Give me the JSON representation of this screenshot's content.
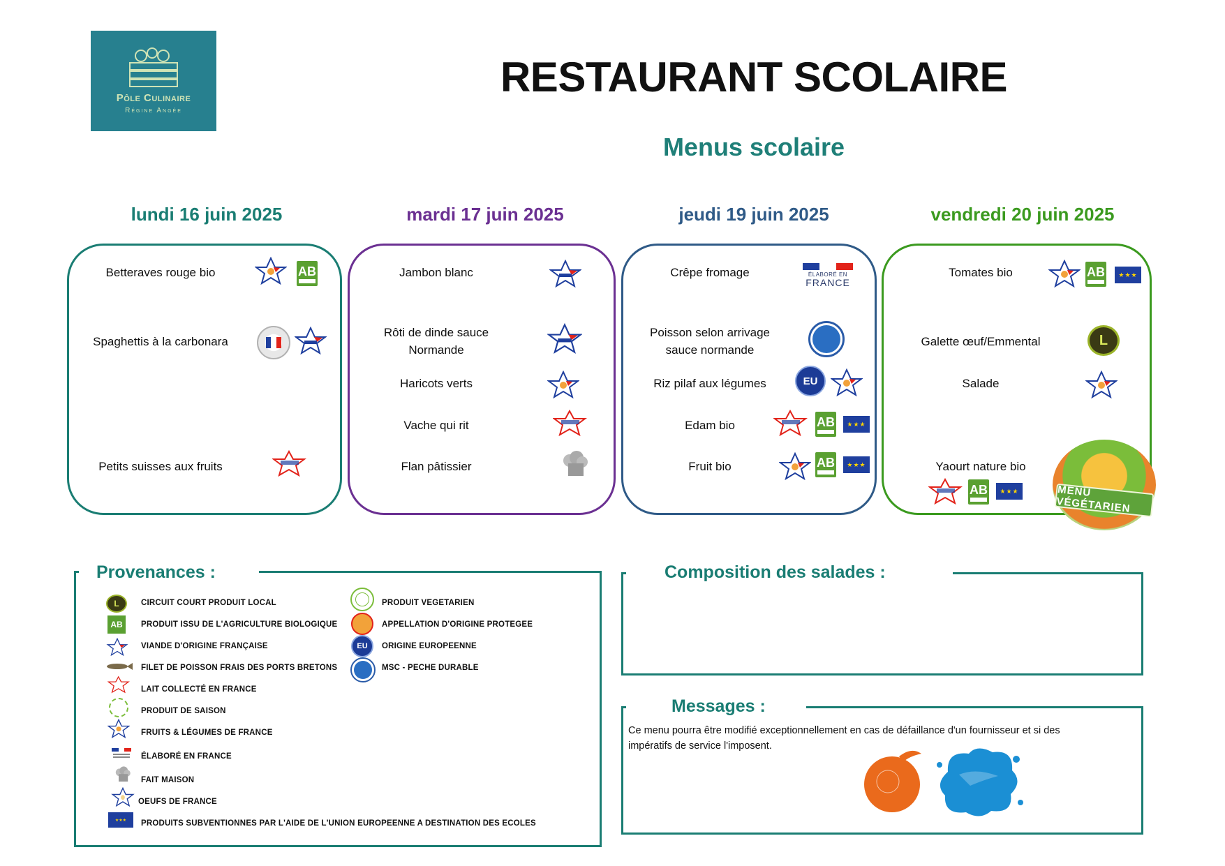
{
  "logo": {
    "line1": "Pôle Culinaire",
    "line2": "Régine Angée"
  },
  "header": {
    "title": "RESTAURANT SCOLAIRE",
    "subtitle": "Menus scolaire"
  },
  "days": [
    {
      "title": "lundi 16 juin 2025",
      "color": "#1a7d73",
      "items": [
        "Betteraves rouge bio",
        "Spaghettis  à la carbonara",
        "Petits suisses aux fruits"
      ]
    },
    {
      "title": "mardi 17 juin 2025",
      "color": "#6b3092",
      "items": [
        "Jambon blanc",
        "Rôti de dinde sauce",
        "Normande",
        "Haricots verts",
        "Vache qui rit",
        "Flan pâtissier"
      ]
    },
    {
      "title": "jeudi 19 juin 2025",
      "color": "#2f5a87",
      "items": [
        "Crêpe fromage",
        "Poisson selon arrivage",
        "sauce normande",
        "Riz pilaf aux légumes",
        "Edam bio",
        "Fruit bio"
      ]
    },
    {
      "title": "vendredi 20 juin 2025",
      "color": "#3b9a1f",
      "items": [
        "Tomates bio",
        "Galette œuf/Emmental",
        "Salade",
        "Yaourt nature bio"
      ]
    }
  ],
  "badges": {
    "ab": "AB",
    "eu": "EU",
    "local": "L",
    "elabore_line1": "ÉLABORÉ EN",
    "elabore_line2": "FRANCE",
    "menu_vegetarien": "MENU VÉGÉTARIEN"
  },
  "provenances": {
    "title": "Provenances :",
    "left": [
      "CIRCUIT COURT PRODUIT LOCAL",
      "PRODUIT ISSU DE L'AGRICULTURE BIOLOGIQUE",
      "VIANDE D'ORIGINE FRANÇAISE",
      "FILET DE POISSON FRAIS DES PORTS BRETONS",
      "LAIT COLLECTÉ EN FRANCE",
      "PRODUIT DE SAISON",
      "FRUITS & LÉGUMES DE FRANCE",
      "ÉLABORÉ EN FRANCE",
      "FAIT MAISON",
      "OEUFS DE FRANCE",
      "PRODUITS SUBVENTIONNES PAR L'AIDE DE L'UNION EUROPEENNE A DESTINATION DES ECOLES"
    ],
    "right": [
      "PRODUIT VEGETARIEN",
      "APPELLATION D'ORIGINE PROTEGEE",
      "ORIGINE EUROPEENNE",
      "MSC - PECHE DURABLE"
    ]
  },
  "salades": {
    "title": "Composition des salades :"
  },
  "messages": {
    "title": "Messages :",
    "line1": "Ce menu pourra être modifié exceptionnellement en cas de défaillance d'un fournisseur et si des",
    "line2": "impératifs de service l'imposent."
  },
  "colors": {
    "teal": "#1a7d73",
    "logo_bg": "#27808f",
    "purple": "#6b3092",
    "blue": "#2f5a87",
    "green": "#3b9a1f"
  }
}
